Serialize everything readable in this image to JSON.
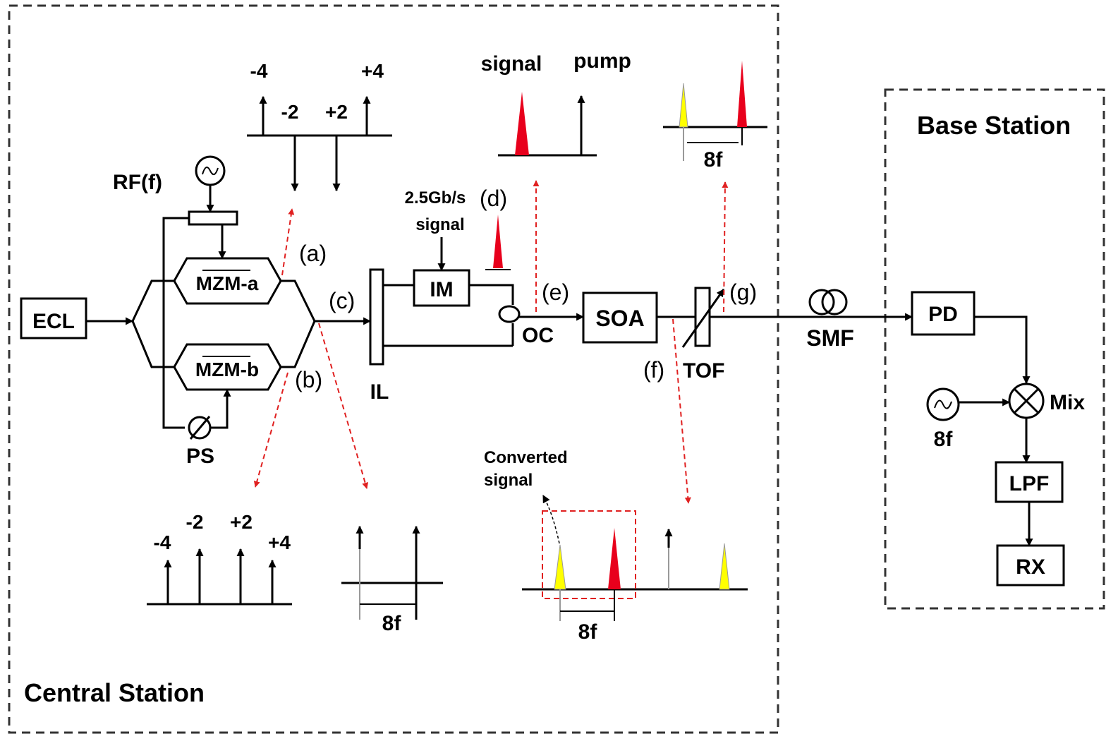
{
  "regions": {
    "central_station": "Central Station",
    "base_station": "Base Station"
  },
  "components": {
    "ecl": "ECL",
    "rf": "RF(f)",
    "mzm_a": "MZM-a",
    "mzm_b": "MZM-b",
    "ps": "PS",
    "il": "IL",
    "im": "IM",
    "oc": "OC",
    "soa": "SOA",
    "tof": "TOF",
    "smf": "SMF",
    "pd": "PD",
    "mix": "Mix",
    "lpf": "LPF",
    "rx": "RX",
    "lo_freq": "8f"
  },
  "data_signal": {
    "line1": "2.5Gb/s",
    "line2": "signal"
  },
  "points": {
    "a": "(a)",
    "b": "(b)",
    "c": "(c)",
    "d": "(d)",
    "e": "(e)",
    "f": "(f)",
    "g": "(g)"
  },
  "spectrum_a": {
    "l_m4": "-4",
    "l_m2": "-2",
    "l_p2": "+2",
    "l_p4": "+4"
  },
  "spectrum_b": {
    "l_m4": "-4",
    "l_m2": "-2",
    "l_p2": "+2",
    "l_p4": "+4"
  },
  "spectrum_c": {
    "spacing": "8f"
  },
  "spectrum_e": {
    "signal": "signal",
    "pump": "pump"
  },
  "spectrum_f": {
    "converted_line1": "Converted",
    "converted_line2": "signal",
    "spacing": "8f"
  },
  "spectrum_g": {
    "spacing": "8f"
  },
  "colors": {
    "signal_peak": "#e8001c",
    "converted_peak": "#ffff00",
    "probe_arrows": "#e02020"
  }
}
